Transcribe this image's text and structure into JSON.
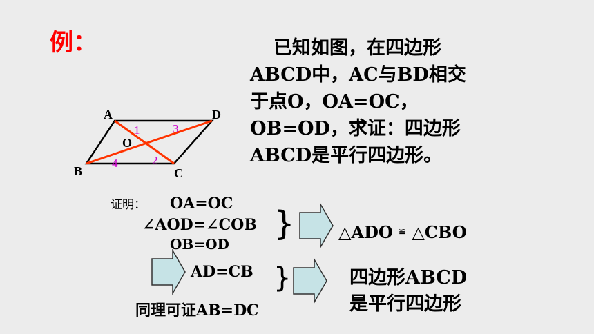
{
  "example_label": "例：",
  "problem": {
    "lines": [
      "已知如图，在四边形",
      "ABCD中，AC与BD相交",
      "于点O，OA=OC，",
      "OB=OD，求证：四边形",
      "ABCD是平行四边形。"
    ]
  },
  "figure": {
    "vertices": [
      "A",
      "B",
      "C",
      "D",
      "O"
    ],
    "angles": [
      "1",
      "2",
      "3",
      "4"
    ],
    "side_color": "#000000",
    "diagonal_color": "#ff3300",
    "angle_color": "#cc00cc"
  },
  "proof": {
    "label": "证明：",
    "cond1": "OA=OC",
    "cond2": "∠AOD=∠COB",
    "cond3": "OB=OD",
    "result1": "△ADO ≌ △CBO",
    "result1_left": "△ADO",
    "result1_sym": "≌",
    "result1_right": "△CBO",
    "cond4": "AD=CB",
    "cond5": "同理可证AB=DC",
    "conclusion_line1": "四边形ABCD",
    "conclusion_line2": "是平行四边形"
  },
  "arrow_fill": "#c6e3e6"
}
